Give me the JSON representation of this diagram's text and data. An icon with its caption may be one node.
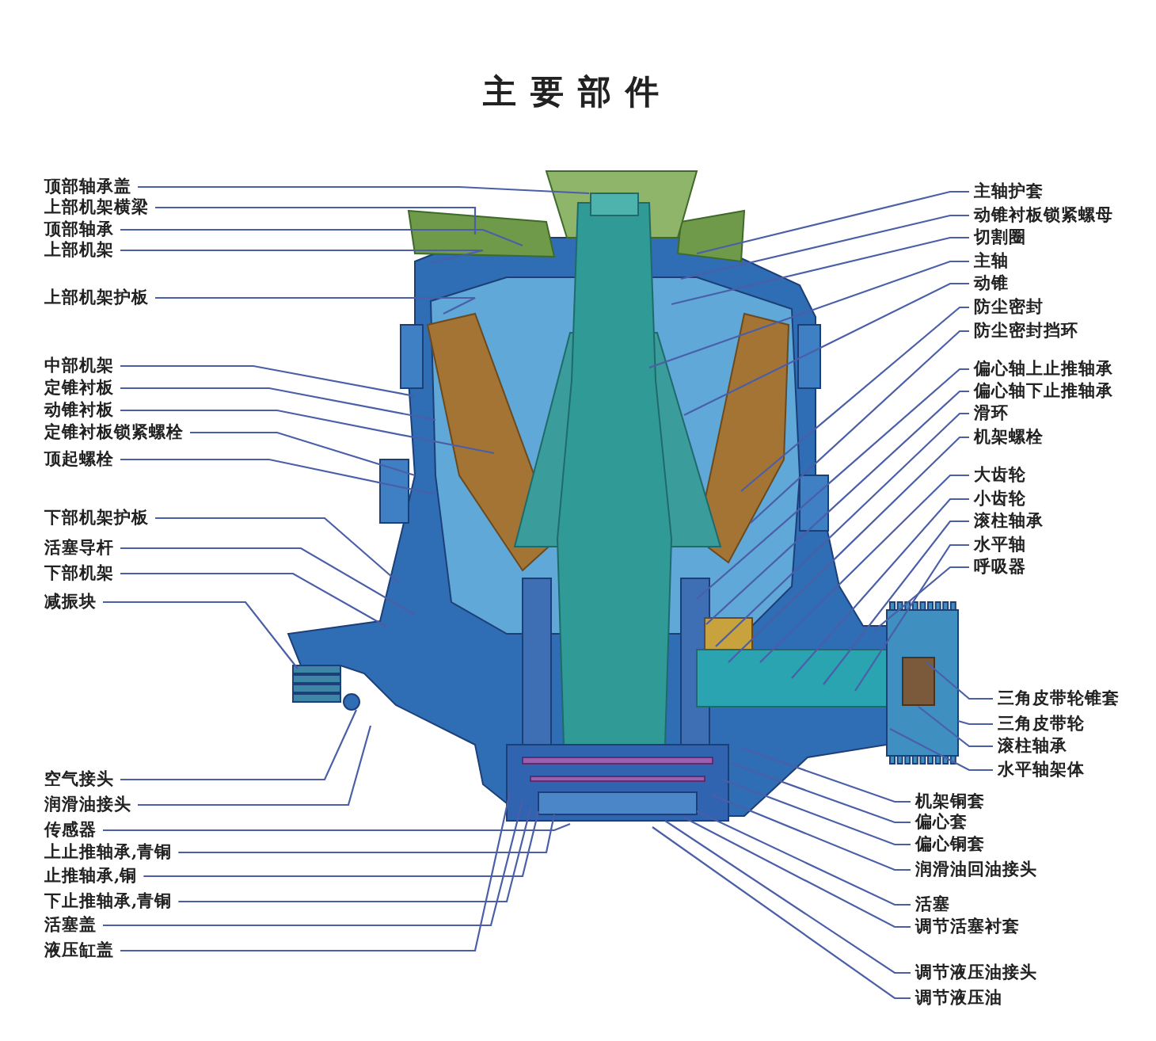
{
  "diagram": {
    "title": "主要部件",
    "nodes": [
      {
        "text": [
          "顶部轴承盖"
        ]
      },
      {
        "text": [
          "上部机架横梁"
        ]
      },
      {
        "text": [
          "顶部轴承"
        ]
      },
      {
        "text": [
          "上部机架"
        ]
      },
      {
        "text": [
          "上部机架护板"
        ]
      },
      {
        "text": [
          "中部机架"
        ]
      },
      {
        "text": [
          "定锥衬板"
        ]
      },
      {
        "text": [
          "动锥衬板"
        ]
      },
      {
        "text": [
          "定锥衬板锁紧螺栓"
        ]
      },
      {
        "text": [
          "顶起螺栓"
        ]
      },
      {
        "text": [
          "下部机架护板"
        ]
      },
      {
        "text": [
          "活塞导杆"
        ]
      },
      {
        "text": [
          "下部机架"
        ]
      },
      {
        "text": [
          "减振块"
        ]
      },
      {
        "text": [
          "空气接头"
        ]
      },
      {
        "text": [
          "润滑油接头"
        ]
      },
      {
        "text": [
          "传感器"
        ]
      },
      {
        "text": [
          "上止推轴承,青铜"
        ]
      },
      {
        "text": [
          "止推轴承,铜"
        ]
      },
      {
        "text": [
          "下止推轴承,青铜"
        ]
      },
      {
        "text": [
          "活塞盖"
        ]
      },
      {
        "text": [
          "液压缸盖"
        ]
      },
      {
        "text": [
          "主轴护套"
        ]
      },
      {
        "text": [
          "动锥衬板锁紧螺母"
        ]
      },
      {
        "text": [
          "切割圈"
        ]
      },
      {
        "text": [
          "主轴"
        ]
      },
      {
        "text": [
          "动锥"
        ]
      },
      {
        "text": [
          "防尘密封"
        ]
      },
      {
        "text": [
          "防尘密封挡环"
        ]
      },
      {
        "text": [
          "偏心轴上止推轴承"
        ]
      },
      {
        "text": [
          "偏心轴下止推轴承"
        ]
      },
      {
        "text": [
          "滑环"
        ]
      },
      {
        "text": [
          "机架螺栓"
        ]
      },
      {
        "text": [
          "大齿轮"
        ]
      },
      {
        "text": [
          "小齿轮"
        ]
      },
      {
        "text": [
          "滚柱轴承"
        ]
      },
      {
        "text": [
          "水平轴"
        ]
      },
      {
        "text": [
          "呼吸器"
        ]
      },
      {
        "text": [
          "三角皮带轮锥套"
        ]
      },
      {
        "text": [
          "三角皮带轮"
        ]
      },
      {
        "text": [
          "滚柱轴承"
        ]
      },
      {
        "text": [
          "水平轴架体"
        ]
      },
      {
        "text": [
          "机架铜套"
        ]
      },
      {
        "text": [
          "偏心套"
        ]
      },
      {
        "text": [
          "偏心铜套"
        ]
      },
      {
        "text": [
          "润滑油回油接头"
        ]
      },
      {
        "text": [
          "活塞"
        ]
      },
      {
        "text": [
          "调节活塞衬套"
        ]
      },
      {
        "text": [
          "调节液压油接头"
        ]
      },
      {
        "text": [
          "调节液压油"
        ]
      }
    ],
    "edges": [
      {
        "from": 0,
        "to": null,
        "arrow": "none"
      },
      {
        "from": 1,
        "to": null,
        "arrow": "none"
      },
      {
        "from": 2,
        "to": null,
        "arrow": "none"
      },
      {
        "from": 3,
        "to": null,
        "arrow": "none"
      },
      {
        "from": 4,
        "to": null,
        "arrow": "none"
      },
      {
        "from": 5,
        "to": null,
        "arrow": "none"
      },
      {
        "from": 6,
        "to": null,
        "arrow": "none"
      },
      {
        "from": 7,
        "to": null,
        "arrow": "none"
      },
      {
        "from": 8,
        "to": null,
        "arrow": "none"
      },
      {
        "from": 9,
        "to": null,
        "arrow": "none"
      },
      {
        "from": 10,
        "to": null,
        "arrow": "none"
      },
      {
        "from": 11,
        "to": null,
        "arrow": "none"
      },
      {
        "from": 12,
        "to": null,
        "arrow": "none"
      },
      {
        "from": 13,
        "to": null,
        "arrow": "none"
      },
      {
        "from": 14,
        "to": null,
        "arrow": "none"
      },
      {
        "from": 15,
        "to": null,
        "arrow": "none"
      },
      {
        "from": 16,
        "to": null,
        "arrow": "none"
      },
      {
        "from": 17,
        "to": null,
        "arrow": "none"
      },
      {
        "from": 18,
        "to": null,
        "arrow": "none"
      },
      {
        "from": 19,
        "to": null,
        "arrow": "none"
      },
      {
        "from": 20,
        "to": null,
        "arrow": "none"
      },
      {
        "from": 21,
        "to": null,
        "arrow": "none"
      },
      {
        "from": 22,
        "to": null,
        "arrow": "none"
      },
      {
        "from": 23,
        "to": null,
        "arrow": "none"
      },
      {
        "from": 24,
        "to": null,
        "arrow": "none"
      },
      {
        "from": 25,
        "to": null,
        "arrow": "none"
      },
      {
        "from": 26,
        "to": null,
        "arrow": "none"
      },
      {
        "from": 27,
        "to": null,
        "arrow": "none"
      },
      {
        "from": 28,
        "to": null,
        "arrow": "none"
      },
      {
        "from": 29,
        "to": null,
        "arrow": "none"
      },
      {
        "from": 30,
        "to": null,
        "arrow": "none"
      },
      {
        "from": 31,
        "to": null,
        "arrow": "none"
      },
      {
        "from": 32,
        "to": null,
        "arrow": "none"
      },
      {
        "from": 33,
        "to": null,
        "arrow": "none"
      },
      {
        "from": 34,
        "to": null,
        "arrow": "none"
      },
      {
        "from": 35,
        "to": null,
        "arrow": "none"
      },
      {
        "from": 36,
        "to": null,
        "arrow": "none"
      },
      {
        "from": 37,
        "to": null,
        "arrow": "none"
      },
      {
        "from": 38,
        "to": null,
        "arrow": "none"
      },
      {
        "from": 39,
        "to": null,
        "arrow": "none"
      },
      {
        "from": 40,
        "to": null,
        "arrow": "none"
      },
      {
        "from": 41,
        "to": null,
        "arrow": "none"
      },
      {
        "from": 42,
        "to": null,
        "arrow": "none"
      },
      {
        "from": 43,
        "to": null,
        "arrow": "none"
      },
      {
        "from": 44,
        "to": null,
        "arrow": "none"
      },
      {
        "from": 45,
        "to": null,
        "arrow": "none"
      },
      {
        "from": 46,
        "to": null,
        "arrow": "none"
      },
      {
        "from": 47,
        "to": null,
        "arrow": "none"
      },
      {
        "from": 48,
        "to": null,
        "arrow": "none"
      },
      {
        "from": 49,
        "to": null,
        "arrow": "none"
      }
    ]
  }
}
